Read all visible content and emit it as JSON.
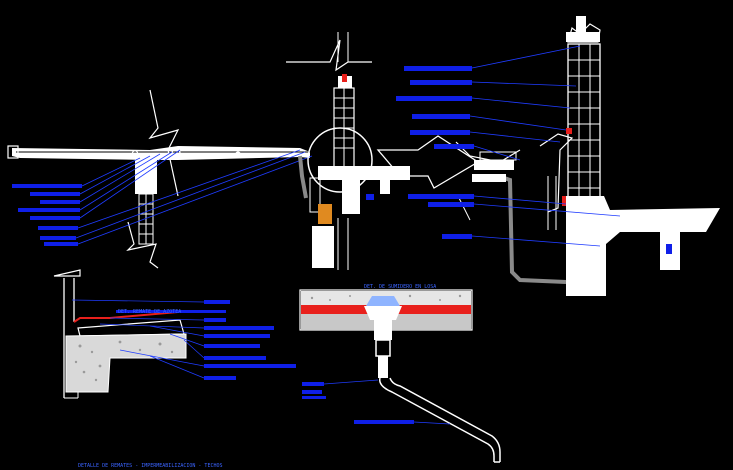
{
  "drawing": {
    "background": "#000000",
    "colors": {
      "line": "#ffffff",
      "leader": "#1f3cff",
      "callout": "#0f1fe8",
      "insulation": "#e8201c",
      "concrete": "#c8c8c8",
      "gravel": "#e6e6e6",
      "drain": "#8fb4ff",
      "pipe": "#9a9a9a",
      "cut_line": "#ffffff"
    },
    "footer_caption": "DETALLE DE REMATES - IMPERMEABILIZACION - TECHOS",
    "center_detail_title": "DET. DE SUMIDERO EN LOSA",
    "left_detail_title": "DET. REMATE DE AZOTEA"
  }
}
